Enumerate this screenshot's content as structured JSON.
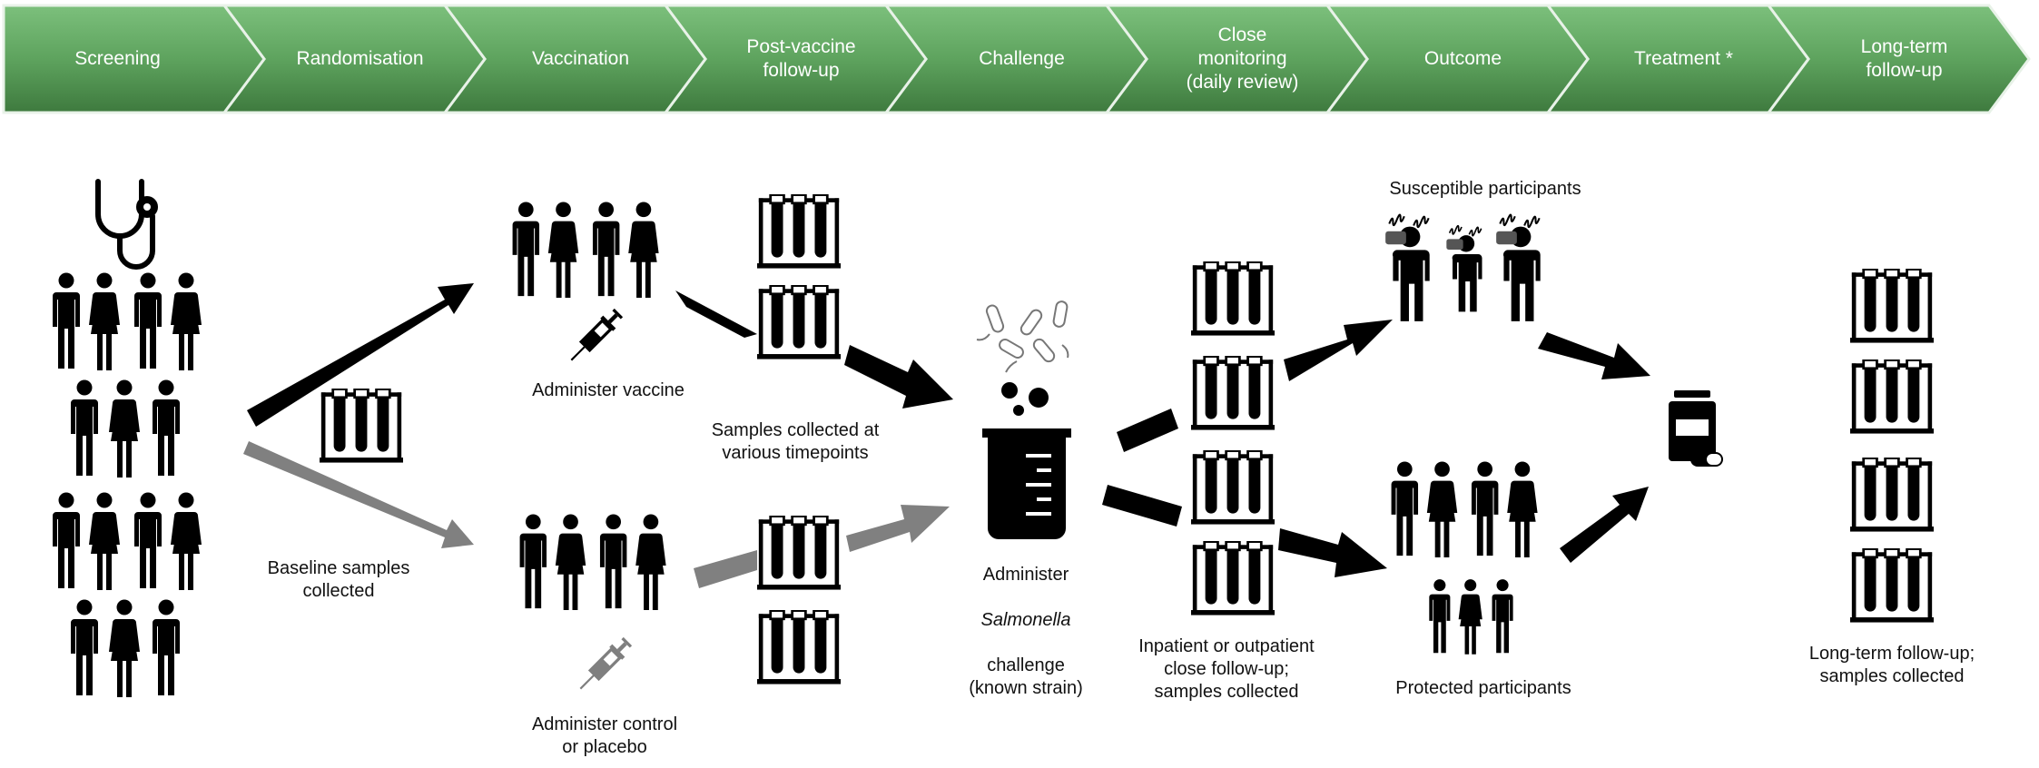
{
  "stages": [
    {
      "label": "Screening"
    },
    {
      "label": "Randomisation"
    },
    {
      "label": "Vaccination"
    },
    {
      "label": "Post-vaccine\nfollow-up"
    },
    {
      "label": "Challenge"
    },
    {
      "label": "Close\nmonitoring\n(daily review)"
    },
    {
      "label": "Outcome"
    },
    {
      "label": "Treatment *"
    },
    {
      "label": "Long-term\nfollow-up"
    }
  ],
  "captions": {
    "administer_vaccine": "Administer vaccine",
    "samples_various": "Samples collected at\nvarious timepoints",
    "baseline": "Baseline samples\ncollected",
    "administer_control": "Administer control\nor placebo",
    "challenge_line1": "Administer",
    "challenge_italic": "Salmonella",
    "challenge_line3": "challenge\n(known strain)",
    "inpatient": "Inpatient or outpatient\nclose follow-up;\nsamples collected",
    "susceptible": "Susceptible participants",
    "protected": "Protected participants",
    "longterm": "Long-term follow-up;\nsamples collected"
  },
  "colors": {
    "banner": "#5ea35e",
    "banner_dark": "#3e7a3e",
    "black_arrow": "#000000",
    "grey_arrow": "#808080",
    "icon": "#111111",
    "placebo_icon": "#7f7f7f"
  },
  "icons": [
    "stethoscope-icon",
    "person-male-icon",
    "person-female-icon",
    "test-tube-rack-icon",
    "syringe-icon",
    "beaker-icon",
    "bacteria-icon",
    "sick-person-icon",
    "medicine-bottle-icon"
  ]
}
